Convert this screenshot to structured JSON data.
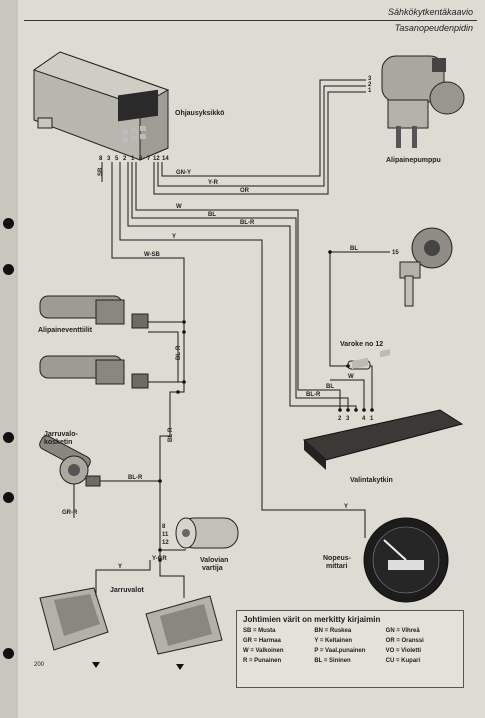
{
  "header": {
    "title": "Sähkökytkentäkaavio",
    "subtitle": "Tasanopeudenpidin"
  },
  "components": {
    "control_unit": "Ohjausyksikkö",
    "air_pump": "Alipainepumppu",
    "vacuum_valves": "Alipaineventtiilit",
    "brake_switch": "Jarruvalo-\nkosketin",
    "fuse": "Varoke no 12",
    "selector": "Valintakytkin",
    "lamp_holder": "Valovian\nvartija",
    "speedometer": "Nopeus-\nmittari",
    "brake_lights": "Jarruvalot"
  },
  "wire_codes": {
    "gn_y": "GN-Y",
    "y_r": "Y-R",
    "or": "OR",
    "w": "W",
    "bl": "BL",
    "bl_r": "BL-R",
    "y": "Y",
    "w_sb": "W-SB",
    "sb": "SB",
    "gr_r": "GR-R",
    "y_gr": "Y-GR"
  },
  "pin_labels": {
    "control": [
      "8",
      "3",
      "5",
      "2",
      "1",
      "6",
      "7",
      "12",
      "14"
    ],
    "pump": [
      "3",
      "2",
      "1"
    ],
    "selector": [
      "2",
      "3",
      "4",
      "1"
    ],
    "misc": [
      "15",
      "8",
      "11",
      "12"
    ]
  },
  "legend": {
    "title": "Johtimien värit on merkitty kirjaimin",
    "entries": [
      "SB = Musta",
      "BN = Ruskea",
      "GN = Vihreä",
      "GR = Harmaa",
      "Y = Keltainen",
      "OR = Oranssi",
      "W = Valkoinen",
      "P = Vaal.punainen",
      "VO = Violetti",
      "R = Punainen",
      "BL = Sininen",
      "CU = Kupari"
    ]
  },
  "page_number": "200"
}
